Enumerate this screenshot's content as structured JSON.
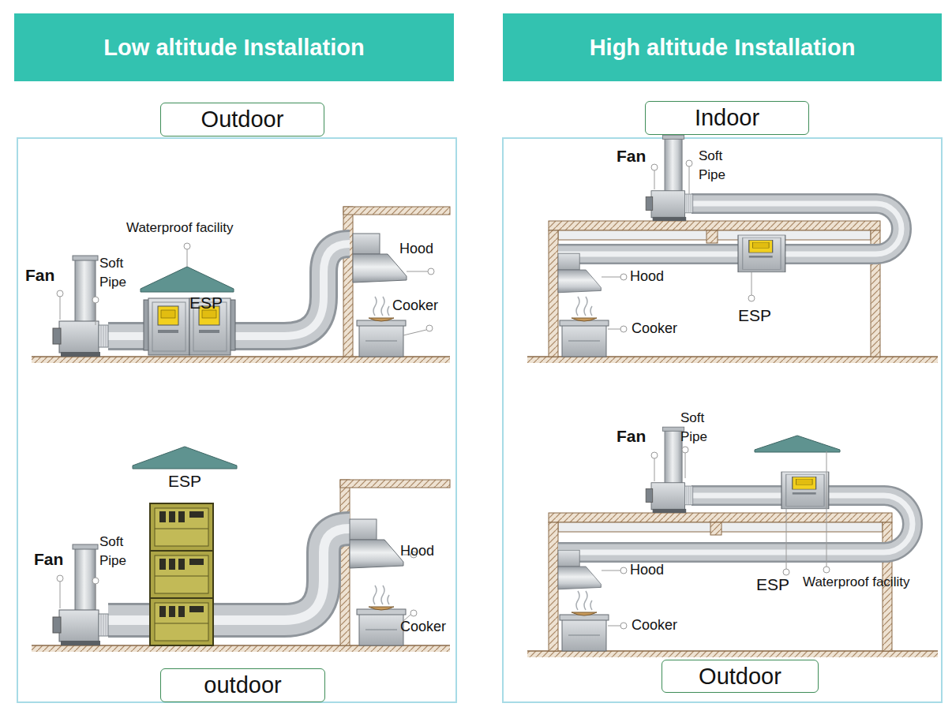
{
  "diagram": {
    "nodes": [
      {
        "text": [
          "Low altitude Installation"
        ]
      },
      {
        "text": [
          "High altitude Installation"
        ]
      },
      {
        "text": [
          "Outdoor"
        ]
      },
      {
        "text": [
          "Indoor"
        ]
      },
      {
        "text": [
          "outdoor"
        ]
      },
      {
        "text": [
          "Outdoor"
        ]
      }
    ],
    "labels": [
      "Waterproof facility",
      "Fan",
      "Soft Pipe",
      "Hood",
      "ESP",
      "Cooker",
      "Fan",
      "Soft Pipe",
      "Hood",
      "ESP",
      "Cooker",
      "ESP",
      "Soft Pipe",
      "Fan",
      "Hood",
      "Cooker",
      "Soft Pipe",
      "Fan",
      "Hood",
      "ESP",
      "Waterproof facility",
      "Cooker"
    ]
  }
}
